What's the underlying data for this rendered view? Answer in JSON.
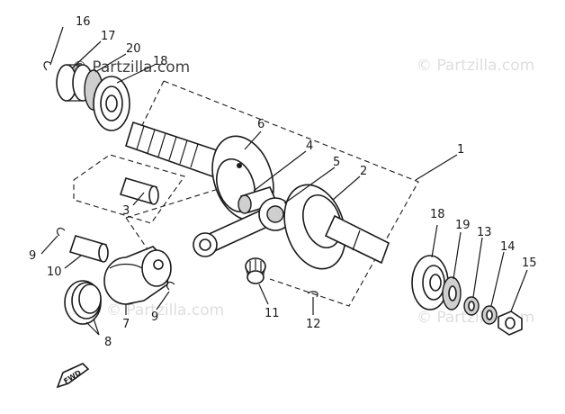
{
  "watermarks": [
    {
      "text": "© Partzilla.com"
    },
    {
      "text": "© Partzilla.com"
    },
    {
      "text": "© Partzilla.com"
    },
    {
      "text": "© Partzilla.com"
    }
  ],
  "callouts": [
    {
      "id": "c1",
      "text": "1"
    },
    {
      "id": "c2",
      "text": "2"
    },
    {
      "id": "c3",
      "text": "3"
    },
    {
      "id": "c4",
      "text": "4"
    },
    {
      "id": "c5",
      "text": "5"
    },
    {
      "id": "c6",
      "text": "6"
    },
    {
      "id": "c7",
      "text": "7"
    },
    {
      "id": "c8",
      "text": "8"
    },
    {
      "id": "c9a",
      "text": "9"
    },
    {
      "id": "c9b",
      "text": "9"
    },
    {
      "id": "c10",
      "text": "10"
    },
    {
      "id": "c11",
      "text": "11"
    },
    {
      "id": "c12",
      "text": "12"
    },
    {
      "id": "c13",
      "text": "13"
    },
    {
      "id": "c14",
      "text": "14"
    },
    {
      "id": "c15",
      "text": "15"
    },
    {
      "id": "c16",
      "text": "16"
    },
    {
      "id": "c17",
      "text": "17"
    },
    {
      "id": "c18a",
      "text": "18"
    },
    {
      "id": "c18b",
      "text": "18"
    },
    {
      "id": "c19",
      "text": "19"
    },
    {
      "id": "c20",
      "text": "20"
    }
  ],
  "fwd_mark": "FWD"
}
